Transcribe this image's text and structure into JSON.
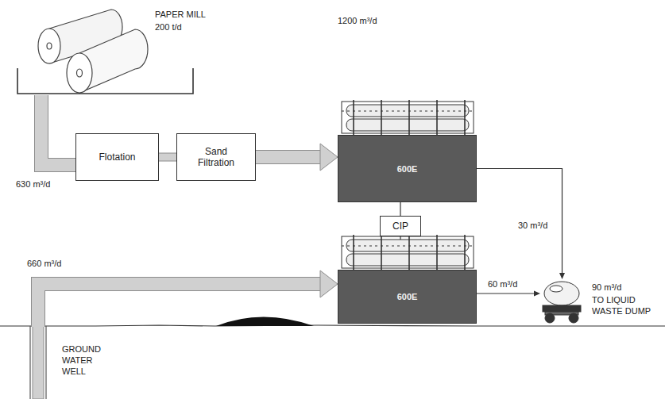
{
  "diagram": {
    "nodes": [
      {
        "text": [
          "PAPER MILL",
          "200 t/d"
        ]
      },
      {
        "text": [
          "Flotation"
        ]
      },
      {
        "text": [
          "Sand Filtration"
        ]
      },
      {
        "text": [
          "600E"
        ]
      },
      {
        "text": [
          "CIP"
        ]
      },
      {
        "text": [
          "600E"
        ]
      },
      {
        "text": [
          "90 m³/d",
          "TO LIQUID WASTE DUMP"
        ]
      },
      {
        "text": [
          "GROUND WATER WELL"
        ]
      }
    ],
    "edges": [
      {
        "from": 0,
        "to": 1,
        "arrow": "none",
        "label": "630 m³/d"
      },
      {
        "from": 1,
        "to": 2,
        "arrow": "none"
      },
      {
        "from": 2,
        "to": 3,
        "arrow": "to"
      },
      {
        "from": 3,
        "to": 4,
        "arrow": "none"
      },
      {
        "from": 4,
        "to": 5,
        "arrow": "none"
      },
      {
        "from": 3,
        "to": 6,
        "arrow": "to",
        "label": "30 m³/d"
      },
      {
        "from": 5,
        "to": 6,
        "arrow": "to",
        "label": "60 m³/d"
      },
      {
        "from": 7,
        "to": 5,
        "arrow": "to",
        "label": "660 m³/d"
      }
    ],
    "labels": [
      "1200 m³/d"
    ]
  }
}
